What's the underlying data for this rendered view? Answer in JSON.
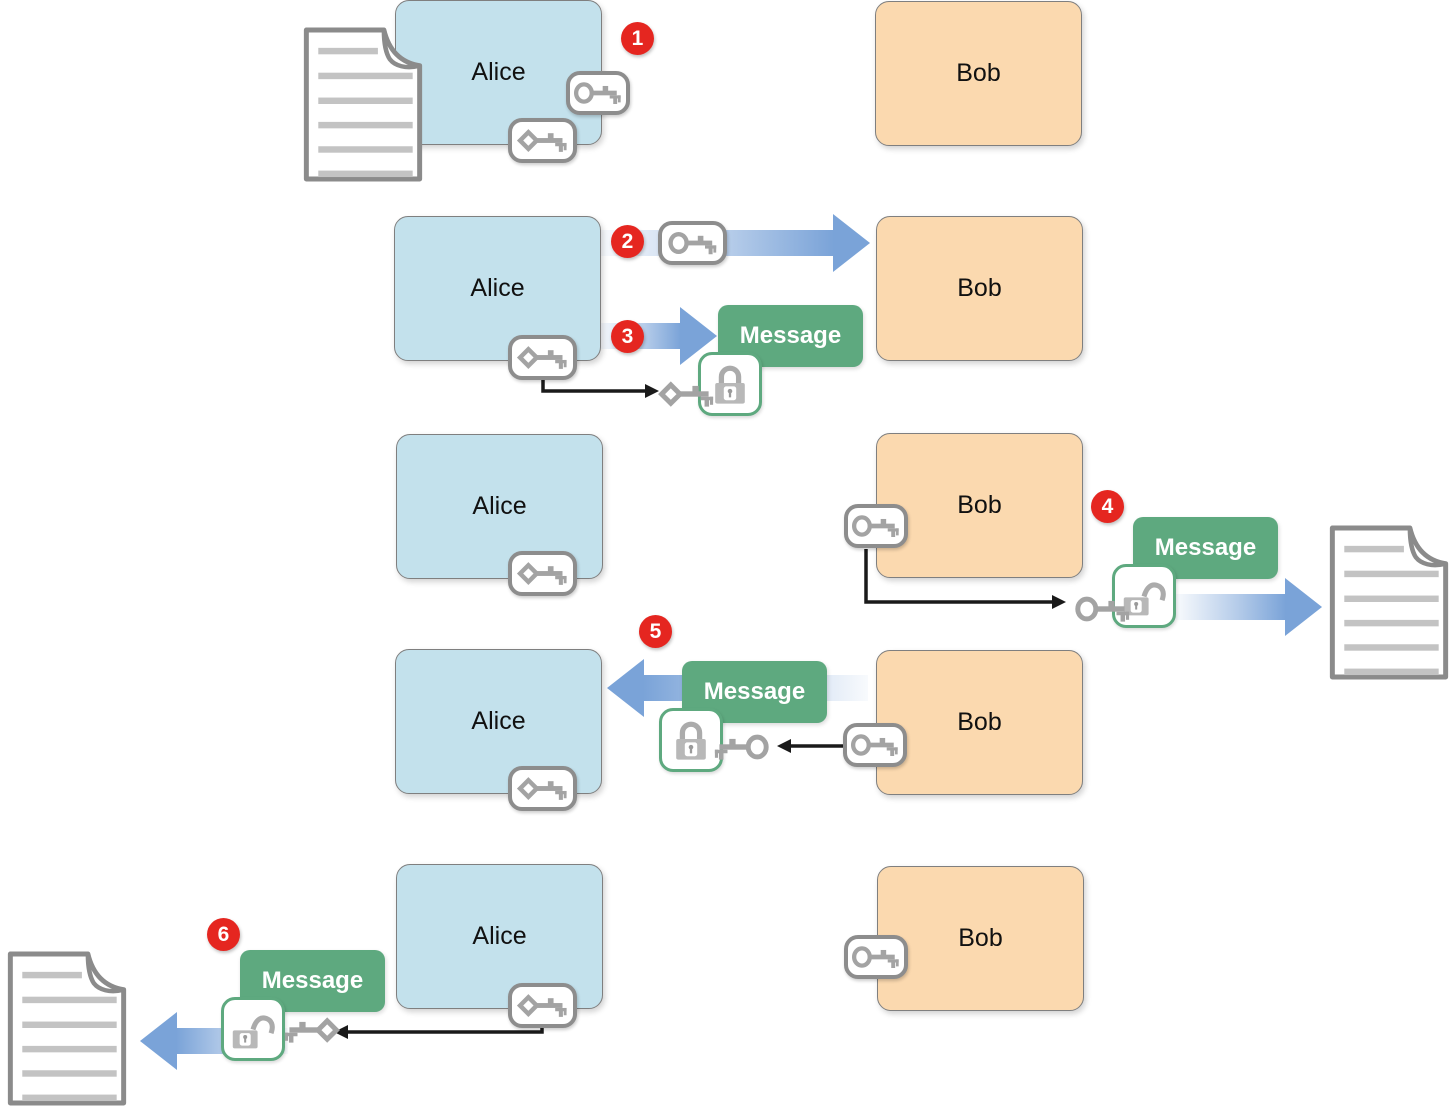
{
  "labels": {
    "alice": "Alice",
    "bob": "Bob",
    "message": "Message"
  },
  "badges": [
    "1",
    "2",
    "3",
    "4",
    "5",
    "6"
  ],
  "colors": {
    "alice_fill": "#C3E1EC",
    "bob_fill": "#FBD9AF",
    "message_green": "#5EA97F",
    "badge_red": "#E52620",
    "arrow_blue": "#7AA3D8",
    "key_gray": "#A3A3A3",
    "lock_gray": "#B8B8B8",
    "document_gray": "#8B8B8B"
  },
  "icons": {
    "public_key": "round-head-key-icon",
    "private_key": "diamond-head-key-icon",
    "locked": "closed-padlock-icon",
    "unlocked": "open-padlock-icon",
    "document": "text-document-icon"
  }
}
